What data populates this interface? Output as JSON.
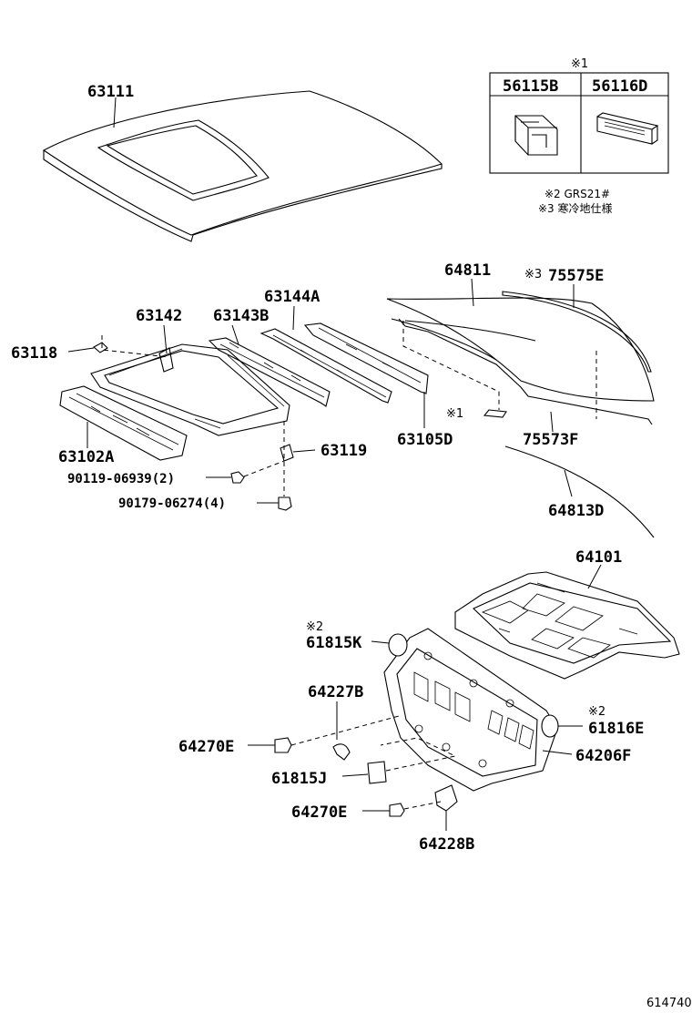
{
  "parts": {
    "p63111": "63111",
    "p63142": "63142",
    "p63143B": "63143B",
    "p63144A": "63144A",
    "p64811": "64811",
    "p75575E": "75575E",
    "p63118": "63118",
    "p63102A": "63102A",
    "p63119": "63119",
    "p63105D": "63105D",
    "p75573F": "75573F",
    "p64813D": "64813D",
    "p90119": "90119-06939(2)",
    "p90179": "90179-06274(4)",
    "p64101": "64101",
    "p61815K": "61815K",
    "p64227B": "64227B",
    "p61816E": "61816E",
    "p64270E_a": "64270E",
    "p64206F": "64206F",
    "p61815J": "61815J",
    "p64270E_b": "64270E",
    "p64228B": "64228B"
  },
  "marks": {
    "m1_table": "※1",
    "m1_strip": "※1",
    "m2_61815K": "※2",
    "m2_61816E": "※2",
    "m3_75575E": "※3"
  },
  "inset": {
    "col1": "56115B",
    "col2": "56116D"
  },
  "notes": {
    "note2": "※2 GRS21#",
    "note3": "※3 寒冷地仕様"
  },
  "ref_number": "614740"
}
